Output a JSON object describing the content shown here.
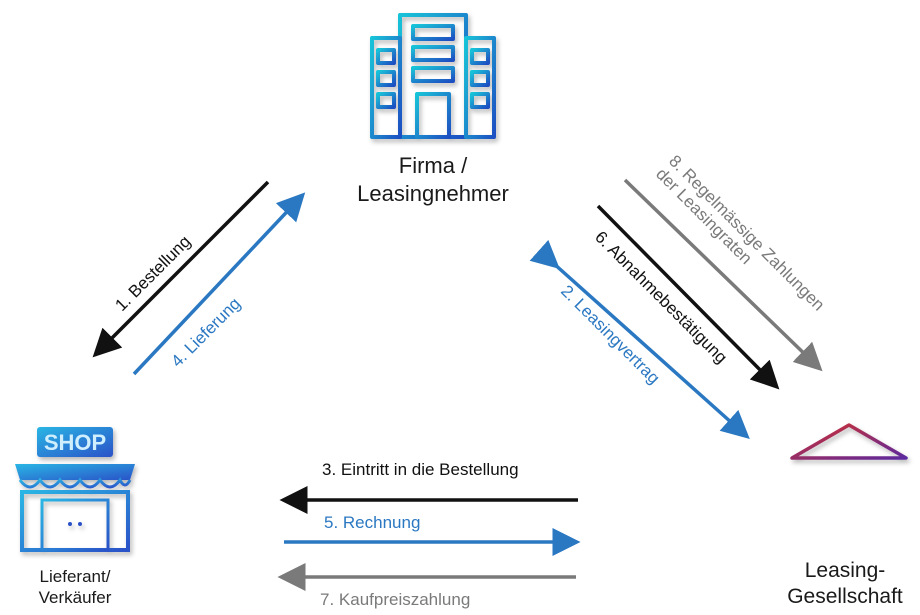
{
  "nodes": {
    "company": {
      "label_line1": "Firma /",
      "label_line2": "Leasingnehmer",
      "icon": "office-building-icon"
    },
    "supplier": {
      "label_line1": "Lieferant/",
      "label_line2": "Verkäufer",
      "icon": "shop-icon",
      "sign_text": "SHOP"
    },
    "leasing": {
      "label_line1": "Leasing-",
      "label_line2": "Gesellschaft",
      "icon": "bank-building-icon"
    }
  },
  "flows": [
    {
      "id": "order",
      "label": "1.  Bestellung",
      "color": "#111111"
    },
    {
      "id": "delivery",
      "label": "4. Lieferung",
      "color": "#2b78c2"
    },
    {
      "id": "leasing-contract",
      "label": "2. Leasingvertrag",
      "color": "#2b78c2"
    },
    {
      "id": "acceptance",
      "label": "6. Abnahmebestätigung",
      "color": "#111111"
    },
    {
      "id": "payments",
      "label_line1": "8. Regelmässige Zahlungen",
      "label_line2": "der Leasingraten",
      "color": "#7a7a7a"
    },
    {
      "id": "entry",
      "label": "3. Eintritt in die Bestellung",
      "color": "#111111"
    },
    {
      "id": "invoice",
      "label": "5. Rechnung",
      "color": "#2b78c2"
    },
    {
      "id": "purchase-payment",
      "label": "7. Kaufpreiszahlung",
      "color": "#7a7a7a"
    }
  ],
  "colors": {
    "black": "#111111",
    "blue": "#2b78c2",
    "gray": "#7a7a7a"
  }
}
